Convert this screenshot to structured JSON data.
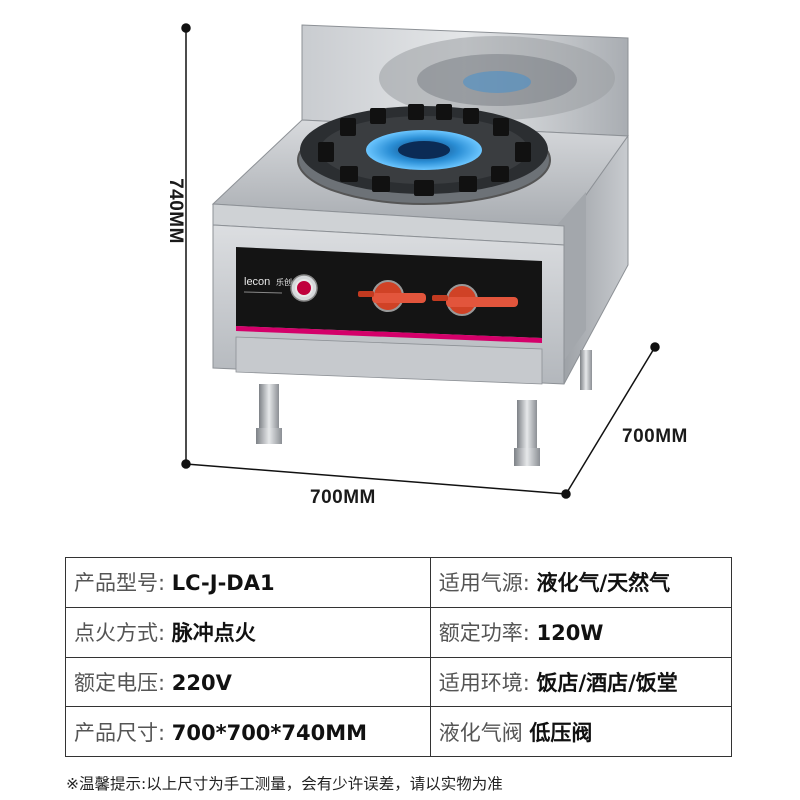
{
  "dimensions": {
    "height": "740MM",
    "depth": "700MM",
    "width": "700MM"
  },
  "product": {
    "brand": "lecon",
    "brand_suffix": "乐创"
  },
  "specs": [
    [
      {
        "label": "产品型号:",
        "value": "LC-J-DA1"
      },
      {
        "label": "适用气源:",
        "value": "液化气/天然气"
      }
    ],
    [
      {
        "label": "点火方式:",
        "value": "脉冲点火"
      },
      {
        "label": "额定功率:",
        "value": "120W"
      }
    ],
    [
      {
        "label": "额定电压:",
        "value": "220V"
      },
      {
        "label": "适用环境:",
        "value": "饭店/酒店/饭堂"
      }
    ],
    [
      {
        "label": "产品尺寸:",
        "value": "700*700*740MM"
      },
      {
        "label": "液化气阀",
        "value": "低压阀"
      }
    ]
  ],
  "note": "※温馨提示:以上尺寸为手工测量，会有少许误差，请以实物为准",
  "colors": {
    "steel": "#b9bcc0",
    "panel": "#111111",
    "accent": "#d4006a",
    "knob": "#e2553c",
    "flame": "#3aa0e0"
  }
}
